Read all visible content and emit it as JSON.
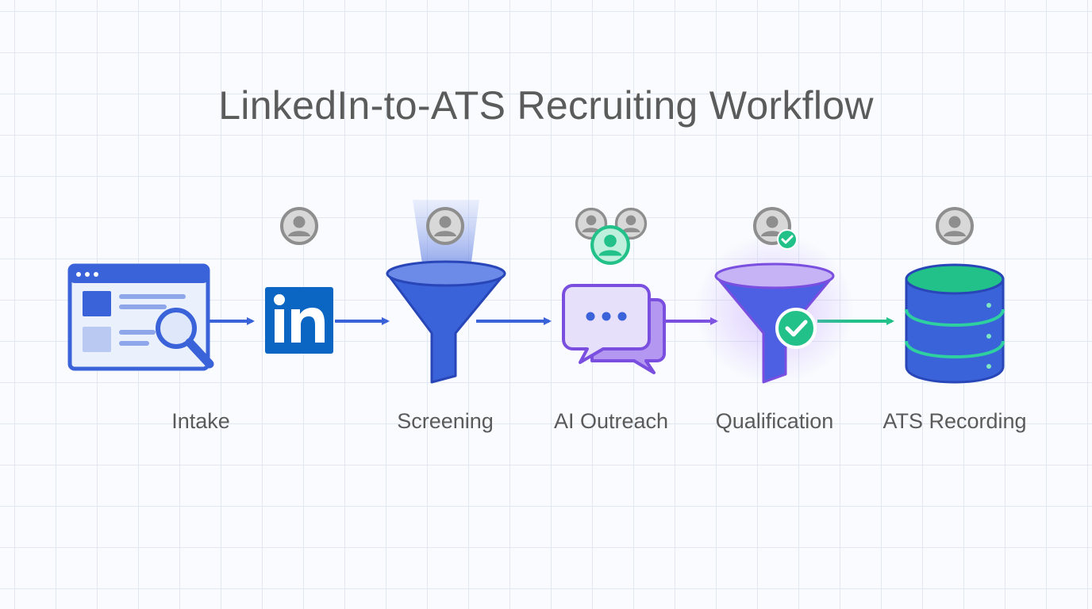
{
  "title": "LinkedIn-to-ATS Recruiting Workflow",
  "stages": [
    {
      "id": "intake",
      "label": "Intake",
      "icon": "browser-search-icon"
    },
    {
      "id": "linkedin",
      "label": "",
      "icon": "linkedin-logo-icon"
    },
    {
      "id": "screening",
      "label": "Screening",
      "icon": "funnel-icon"
    },
    {
      "id": "outreach",
      "label": "AI Outreach",
      "icon": "chat-bubbles-icon"
    },
    {
      "id": "qualification",
      "label": "Qualification",
      "icon": "funnel-check-icon"
    },
    {
      "id": "ats",
      "label": "ATS Recording",
      "icon": "database-icon"
    }
  ],
  "colors": {
    "blue": "#3b63d9",
    "purple": "#7a4fe0",
    "green": "#22c18a",
    "linkedin": "#0a66c2",
    "gray": "#8e8e8e"
  }
}
